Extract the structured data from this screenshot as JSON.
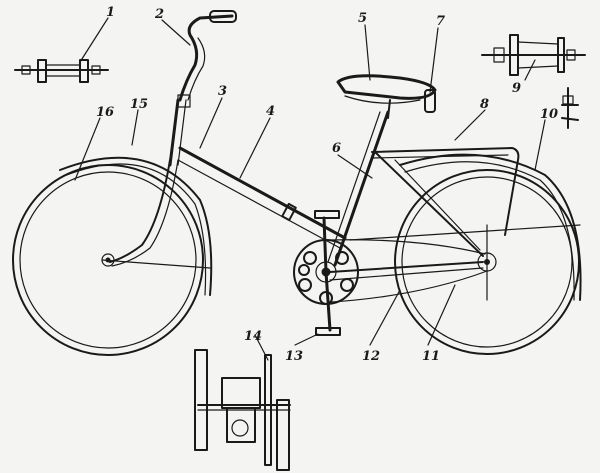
{
  "diagram": {
    "callouts": [
      {
        "id": "c1",
        "number": "1"
      },
      {
        "id": "c2",
        "number": "2"
      },
      {
        "id": "c3",
        "number": "3"
      },
      {
        "id": "c4",
        "number": "4"
      },
      {
        "id": "c5",
        "number": "5"
      },
      {
        "id": "c6",
        "number": "6"
      },
      {
        "id": "c7",
        "number": "7"
      },
      {
        "id": "c8",
        "number": "8"
      },
      {
        "id": "c9",
        "number": "9"
      },
      {
        "id": "c10",
        "number": "10"
      },
      {
        "id": "c11",
        "number": "11"
      },
      {
        "id": "c12",
        "number": "12"
      },
      {
        "id": "c13",
        "number": "13"
      },
      {
        "id": "c14",
        "number": "14"
      },
      {
        "id": "c15",
        "number": "15"
      },
      {
        "id": "c16",
        "number": "16"
      }
    ]
  }
}
